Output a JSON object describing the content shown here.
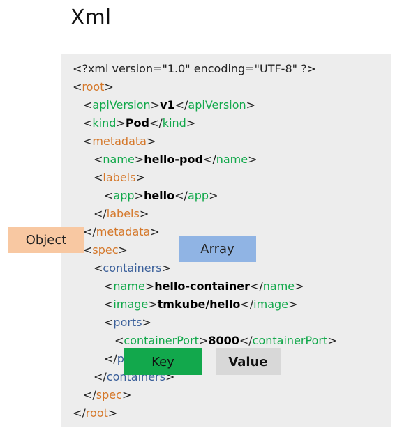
{
  "title": "Xml",
  "colors": {
    "object": "#d5782a",
    "key": "#11a84a",
    "array": "#3a5f9a",
    "object_legend_bg": "#f8c8a2",
    "array_legend_bg": "#90b4e4",
    "key_legend_bg": "#12a84c",
    "value_legend_bg": "#d8d8d8",
    "code_bg": "#ededed"
  },
  "code_lines": [
    {
      "segs": [
        {
          "t": "<?xml version=\"1.0\" encoding=\"UTF-8\" ?>",
          "c": "br"
        }
      ]
    },
    {
      "segs": [
        {
          "t": "<",
          "c": "br"
        },
        {
          "t": "root",
          "c": "t-obj"
        },
        {
          "t": ">",
          "c": "br"
        }
      ]
    },
    {
      "segs": [
        {
          "t": "<",
          "c": "br"
        },
        {
          "t": "apiVersion",
          "c": "t-key"
        },
        {
          "t": ">",
          "c": "br"
        },
        {
          "t": "v1",
          "c": "t-val"
        },
        {
          "t": "</",
          "c": "br"
        },
        {
          "t": "apiVersion",
          "c": "t-key"
        },
        {
          "t": ">",
          "c": "br"
        }
      ]
    },
    {
      "segs": [
        {
          "t": "<",
          "c": "br"
        },
        {
          "t": "kind",
          "c": "t-key"
        },
        {
          "t": ">",
          "c": "br"
        },
        {
          "t": "Pod",
          "c": "t-val"
        },
        {
          "t": "</",
          "c": "br"
        },
        {
          "t": "kind",
          "c": "t-key"
        },
        {
          "t": ">",
          "c": "br"
        }
      ]
    },
    {
      "segs": [
        {
          "t": "<",
          "c": "br"
        },
        {
          "t": "metadata",
          "c": "t-obj"
        },
        {
          "t": ">",
          "c": "br"
        }
      ]
    },
    {
      "segs": [
        {
          "t": "<",
          "c": "br"
        },
        {
          "t": "name",
          "c": "t-key"
        },
        {
          "t": ">",
          "c": "br"
        },
        {
          "t": "hello-pod",
          "c": "t-val"
        },
        {
          "t": "</",
          "c": "br"
        },
        {
          "t": "name",
          "c": "t-key"
        },
        {
          "t": ">",
          "c": "br"
        }
      ]
    },
    {
      "segs": [
        {
          "t": "<",
          "c": "br"
        },
        {
          "t": "labels",
          "c": "t-obj"
        },
        {
          "t": ">",
          "c": "br"
        }
      ]
    },
    {
      "segs": [
        {
          "t": "<",
          "c": "br"
        },
        {
          "t": "app",
          "c": "t-key"
        },
        {
          "t": ">",
          "c": "br"
        },
        {
          "t": "hello",
          "c": "t-val"
        },
        {
          "t": "</",
          "c": "br"
        },
        {
          "t": "app",
          "c": "t-key"
        },
        {
          "t": ">",
          "c": "br"
        }
      ]
    },
    {
      "segs": [
        {
          "t": "</",
          "c": "br"
        },
        {
          "t": "labels",
          "c": "t-obj"
        },
        {
          "t": ">",
          "c": "br"
        }
      ]
    },
    {
      "segs": [
        {
          "t": "</",
          "c": "br"
        },
        {
          "t": "metadata",
          "c": "t-obj"
        },
        {
          "t": ">",
          "c": "br"
        }
      ]
    },
    {
      "segs": [
        {
          "t": "<",
          "c": "br"
        },
        {
          "t": "spec",
          "c": "t-obj"
        },
        {
          "t": ">",
          "c": "br"
        }
      ]
    },
    {
      "segs": [
        {
          "t": "<",
          "c": "br"
        },
        {
          "t": "containers",
          "c": "t-arr"
        },
        {
          "t": ">",
          "c": "br"
        }
      ]
    },
    {
      "segs": [
        {
          "t": "<",
          "c": "br"
        },
        {
          "t": "name",
          "c": "t-key"
        },
        {
          "t": ">",
          "c": "br"
        },
        {
          "t": "hello-container",
          "c": "t-val"
        },
        {
          "t": "</",
          "c": "br"
        },
        {
          "t": "name",
          "c": "t-key"
        },
        {
          "t": ">",
          "c": "br"
        }
      ]
    },
    {
      "segs": [
        {
          "t": "<",
          "c": "br"
        },
        {
          "t": "image",
          "c": "t-key"
        },
        {
          "t": ">",
          "c": "br"
        },
        {
          "t": "tmkube/hello",
          "c": "t-val"
        },
        {
          "t": "</",
          "c": "br"
        },
        {
          "t": "image",
          "c": "t-key"
        },
        {
          "t": ">",
          "c": "br"
        }
      ]
    },
    {
      "segs": [
        {
          "t": "<",
          "c": "br"
        },
        {
          "t": "ports",
          "c": "t-arr"
        },
        {
          "t": ">",
          "c": "br"
        }
      ]
    },
    {
      "segs": [
        {
          "t": "<",
          "c": "br"
        },
        {
          "t": "containerPort",
          "c": "t-key"
        },
        {
          "t": ">",
          "c": "br"
        },
        {
          "t": "8000",
          "c": "t-val"
        },
        {
          "t": "</",
          "c": "br"
        },
        {
          "t": "containerPort",
          "c": "t-key"
        },
        {
          "t": ">",
          "c": "br"
        }
      ]
    },
    {
      "segs": [
        {
          "t": "</",
          "c": "br"
        },
        {
          "t": "ports",
          "c": "t-arr"
        },
        {
          "t": ">",
          "c": "br"
        }
      ]
    },
    {
      "segs": [
        {
          "t": "</",
          "c": "br"
        },
        {
          "t": "containers",
          "c": "t-arr"
        },
        {
          "t": ">",
          "c": "br"
        }
      ]
    },
    {
      "segs": [
        {
          "t": "</",
          "c": "br"
        },
        {
          "t": "spec",
          "c": "t-obj"
        },
        {
          "t": ">",
          "c": "br"
        }
      ]
    },
    {
      "segs": [
        {
          "t": "</",
          "c": "br"
        },
        {
          "t": "root",
          "c": "t-obj"
        },
        {
          "t": ">",
          "c": "br"
        }
      ]
    }
  ],
  "legend": {
    "object": "Object",
    "array": "Array",
    "key": "Key",
    "value": "Value"
  }
}
